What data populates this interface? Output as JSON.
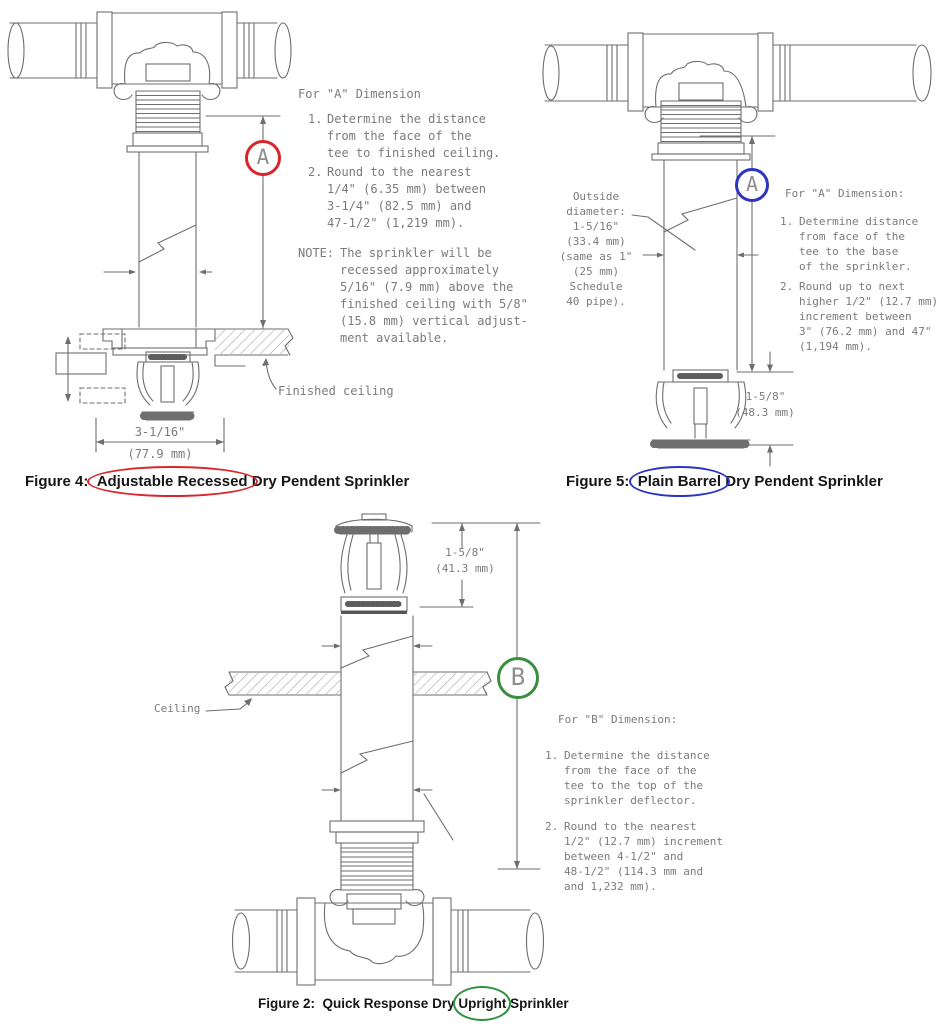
{
  "page": {
    "line_color": "#6e6e6e",
    "text_color": "#7b7b7b",
    "accent_red": "#d9262c",
    "accent_blue": "#2d35c0",
    "accent_green": "#3a8f3f"
  },
  "figure4": {
    "marker": "A",
    "instructions": {
      "heading": "For \"A\" Dimension",
      "items": [
        {
          "num": "1.",
          "lines": [
            "Determine the distance",
            "from the face of the",
            "tee to finished ceiling."
          ]
        },
        {
          "num": "2.",
          "lines": [
            "Round to the nearest",
            "1/4\" (6.35 mm) between",
            "3-1/4\" (82.5 mm) and",
            "47-1/2\" (1,219 mm)."
          ]
        }
      ],
      "note_label": "NOTE:",
      "note_lines": [
        "The sprinkler will be",
        "recessed approximately",
        "5/16\" (7.9 mm) above the",
        "finished ceiling with 5/8\"",
        "(15.8 mm) vertical adjust-",
        "ment available."
      ]
    },
    "finished_ceiling_label": "Finished ceiling",
    "width_dim": {
      "inches": "3-1/16\"",
      "mm": "(77.9 mm)"
    },
    "caption": {
      "prefix": "Figure 4:",
      "highlight": "Adjustable Recessed",
      "suffix": "Dry Pendent Sprinkler"
    }
  },
  "figure5": {
    "marker": "A",
    "outside_diameter_lines": [
      "Outside",
      "diameter:",
      "1-5/16\"",
      "(33.4 mm)",
      "(same as 1\"",
      "(25 mm)",
      "Schedule",
      "40 pipe)."
    ],
    "instructions": {
      "heading": "For \"A\" Dimension:",
      "items": [
        {
          "num": "1.",
          "lines": [
            "Determine distance",
            "from face of the",
            "tee to the base",
            "of the sprinkler."
          ]
        },
        {
          "num": "2.",
          "lines": [
            "Round up to next",
            "higher 1/2\" (12.7 mm)",
            "increment between",
            "3\" (76.2 mm) and 47\"",
            "(1,194 mm)."
          ]
        }
      ]
    },
    "head_dim": {
      "inches": "1-5/8\"",
      "mm": "(48.3 mm)"
    },
    "caption": {
      "prefix": "Figure 5:",
      "highlight": "Plain Barrel",
      "suffix": "Dry Pendent Sprinkler"
    }
  },
  "figure2": {
    "marker": "B",
    "top_dim": {
      "inches": "1-5/8\"",
      "mm": "(41.3 mm)"
    },
    "ceiling_label": "Ceiling",
    "instructions": {
      "heading": "For \"B\" Dimension:",
      "items": [
        {
          "num": "1.",
          "lines": [
            "Determine the distance",
            "from the face of the",
            "tee to the top of the",
            "sprinkler deflector."
          ]
        },
        {
          "num": "2.",
          "lines": [
            "Round to the nearest",
            "1/2\" (12.7 mm) increment",
            "between 4-1/2\" and",
            "48-1/2\" (114.3 mm and",
            "and 1,232 mm)."
          ]
        }
      ]
    },
    "caption": {
      "prefix": "Figure 2:",
      "pre_highlight": "Quick Response Dry",
      "highlight": "Upright",
      "suffix": "Sprinkler"
    }
  }
}
